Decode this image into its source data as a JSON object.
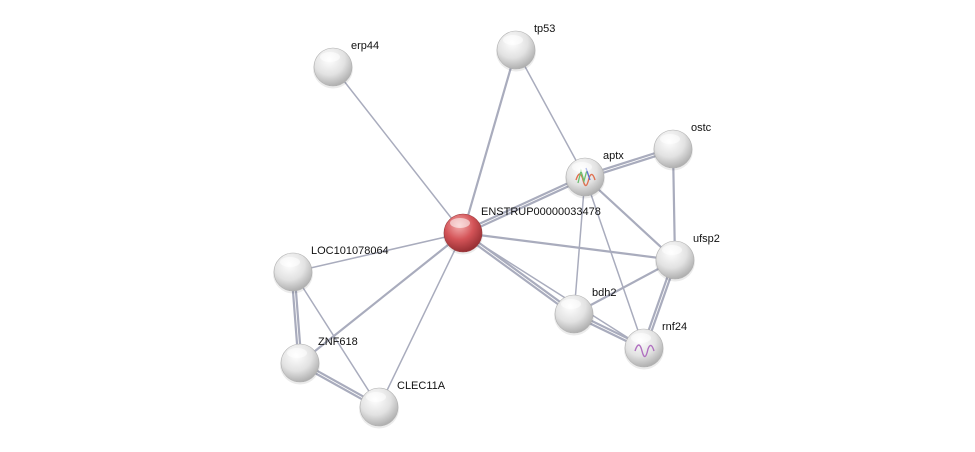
{
  "network": {
    "nodes": [
      {
        "id": "center",
        "label": "ENSTRUP00000033478",
        "color": "#d9555a",
        "query": true
      },
      {
        "id": "erp44",
        "label": "erp44",
        "color": "#e6e6e6"
      },
      {
        "id": "tp53",
        "label": "tp53",
        "color": "#e6e6e6"
      },
      {
        "id": "aptx",
        "label": "aptx",
        "color": "#e6e6e6",
        "structure": true
      },
      {
        "id": "ostc",
        "label": "ostc",
        "color": "#e6e6e6"
      },
      {
        "id": "ufsp2",
        "label": "ufsp2",
        "color": "#e6e6e6"
      },
      {
        "id": "loc",
        "label": "LOC101078064",
        "color": "#e6e6e6"
      },
      {
        "id": "bdh2",
        "label": "bdh2",
        "color": "#e6e6e6"
      },
      {
        "id": "rnf24",
        "label": "rnf24",
        "color": "#e6e6e6",
        "structure": true
      },
      {
        "id": "znf618",
        "label": "ZNF618",
        "color": "#e6e6e6"
      },
      {
        "id": "clec11a",
        "label": "CLEC11A",
        "color": "#e6e6e6"
      }
    ],
    "edges": [
      {
        "a": "center",
        "b": "erp44",
        "weight": 1
      },
      {
        "a": "center",
        "b": "tp53",
        "weight": 2
      },
      {
        "a": "center",
        "b": "aptx",
        "weight": 3
      },
      {
        "a": "center",
        "b": "ufsp2",
        "weight": 2
      },
      {
        "a": "center",
        "b": "bdh2",
        "weight": 3
      },
      {
        "a": "center",
        "b": "rnf24",
        "weight": 1
      },
      {
        "a": "center",
        "b": "loc",
        "weight": 1
      },
      {
        "a": "center",
        "b": "znf618",
        "weight": 2
      },
      {
        "a": "center",
        "b": "clec11a",
        "weight": 1
      },
      {
        "a": "tp53",
        "b": "aptx",
        "weight": 1
      },
      {
        "a": "aptx",
        "b": "ostc",
        "weight": 3
      },
      {
        "a": "aptx",
        "b": "ufsp2",
        "weight": 2
      },
      {
        "a": "aptx",
        "b": "bdh2",
        "weight": 1
      },
      {
        "a": "aptx",
        "b": "rnf24",
        "weight": 1
      },
      {
        "a": "ostc",
        "b": "ufsp2",
        "weight": 2
      },
      {
        "a": "ufsp2",
        "b": "bdh2",
        "weight": 2
      },
      {
        "a": "ufsp2",
        "b": "rnf24",
        "weight": 3
      },
      {
        "a": "bdh2",
        "b": "rnf24",
        "weight": 3
      },
      {
        "a": "loc",
        "b": "znf618",
        "weight": 3
      },
      {
        "a": "loc",
        "b": "clec11a",
        "weight": 1
      },
      {
        "a": "znf618",
        "b": "clec11a",
        "weight": 3
      }
    ]
  }
}
